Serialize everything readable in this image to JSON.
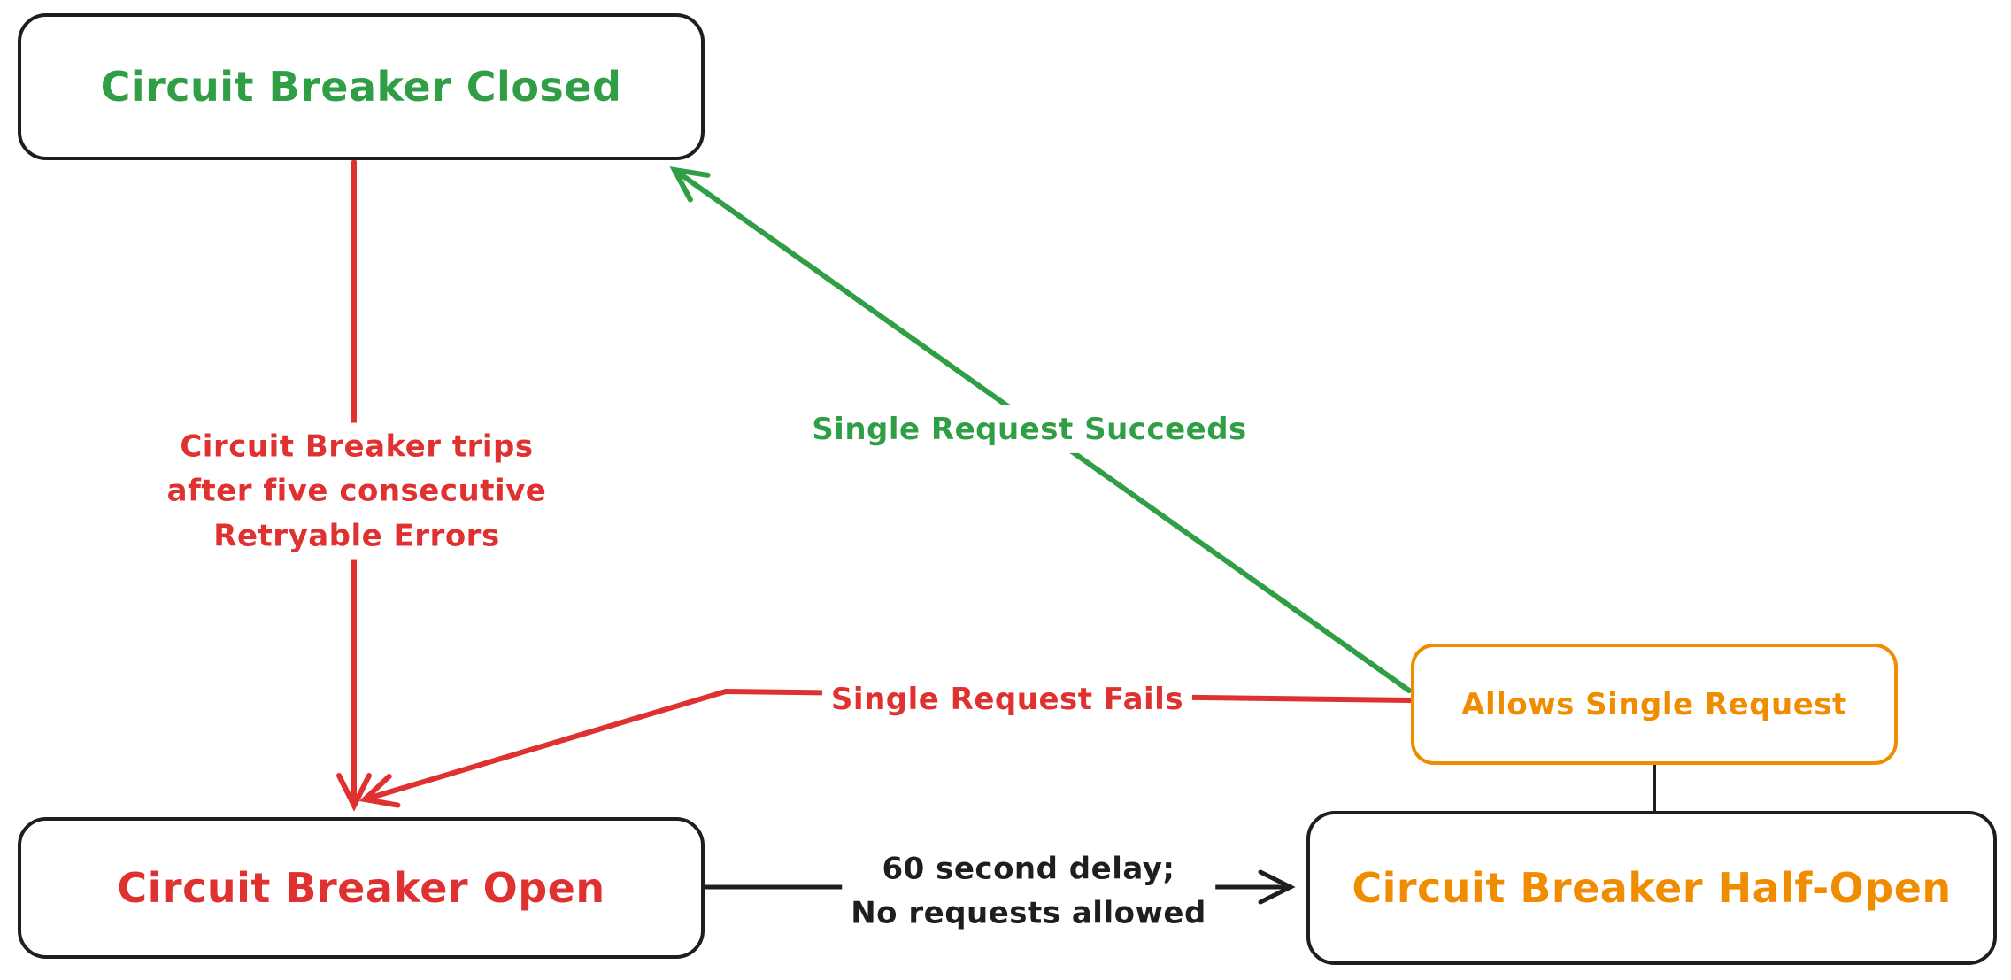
{
  "diagram": {
    "type": "state-diagram",
    "topic": "Circuit Breaker pattern states",
    "background": "#ffffff",
    "colors": {
      "green": "#2f9e44",
      "red": "#e03131",
      "orange": "#f08c00",
      "black": "#1e1e1e"
    },
    "nodes": {
      "closed": {
        "label": "Circuit Breaker Closed",
        "text_color": "#2f9e44",
        "border_color": "#1e1e1e"
      },
      "open": {
        "label": "Circuit Breaker Open",
        "text_color": "#e03131",
        "border_color": "#1e1e1e"
      },
      "half_open": {
        "label": "Circuit Breaker Half-Open",
        "text_color": "#f08c00",
        "border_color": "#1e1e1e"
      },
      "allows_single_request": {
        "label": "Allows Single Request",
        "text_color": "#f08c00",
        "border_color": "#f08c00"
      }
    },
    "edges": {
      "trip": {
        "from": "closed",
        "to": "open",
        "color": "#e03131",
        "lines": [
          "Circuit Breaker trips",
          "after five consecutive",
          "Retryable Errors"
        ]
      },
      "succeeds": {
        "from": "allows_single_request",
        "to": "closed",
        "color": "#2f9e44",
        "label": "Single Request Succeeds"
      },
      "fails": {
        "from": "allows_single_request",
        "to": "open",
        "color": "#e03131",
        "label": "Single Request Fails"
      },
      "delay": {
        "from": "open",
        "to": "half_open",
        "color": "#1e1e1e",
        "lines": [
          "60 second delay;",
          "No requests allowed"
        ]
      },
      "connector": {
        "from": "allows_single_request",
        "to": "half_open",
        "color": "#1e1e1e",
        "label": ""
      }
    }
  }
}
